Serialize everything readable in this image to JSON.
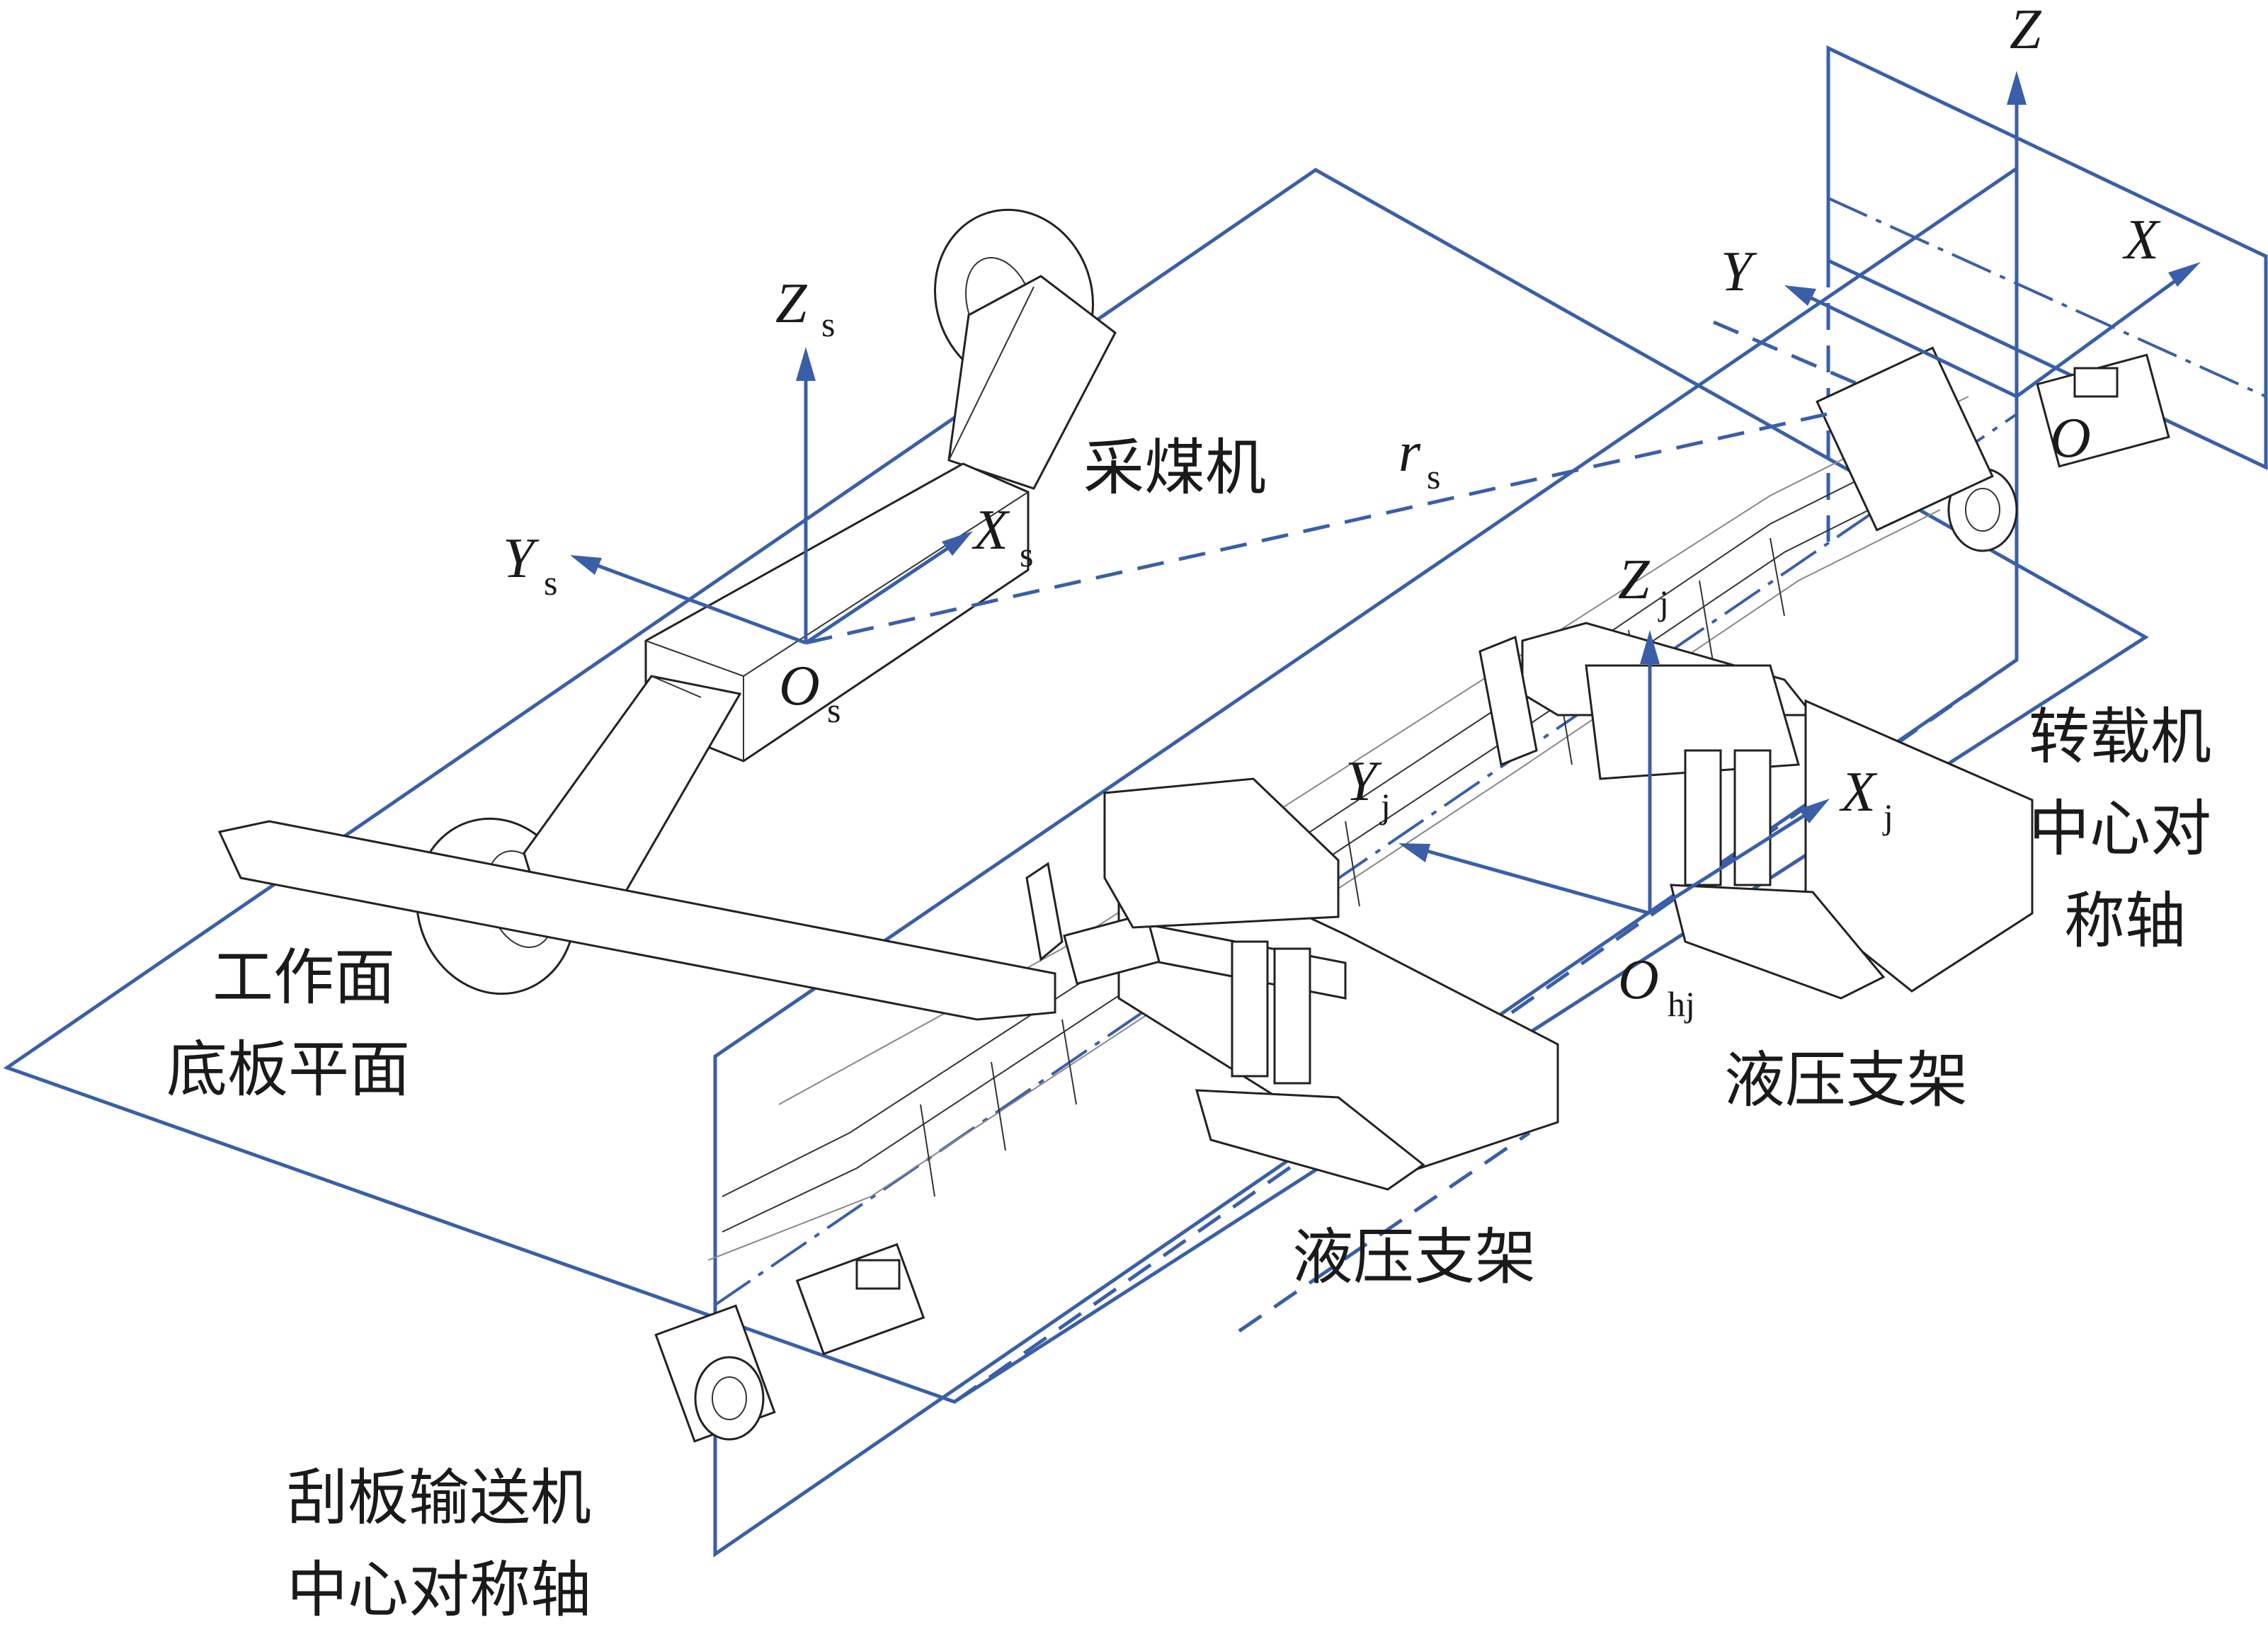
{
  "labels": {
    "shearer": "采煤机",
    "face_floor_line1": "工作面",
    "face_floor_line2": "底板平面",
    "conveyor_axis_line1": "刮板输送机",
    "conveyor_axis_line2": "中心对称轴",
    "loader_axis_line1": "转载机",
    "loader_axis_line2": "中心对",
    "loader_axis_line3": "称轴",
    "support_right": "液压支架",
    "support_left": "液压支架"
  },
  "axes": {
    "global": {
      "x": "X",
      "y": "Y",
      "z": "Z",
      "origin": "O"
    },
    "shearer": {
      "x": "X",
      "y": "Y",
      "z": "Z",
      "origin": "O",
      "sub": "s"
    },
    "support": {
      "x": "X",
      "y": "Y",
      "z": "Z",
      "sub": "j",
      "origin": "O",
      "origin_sub": "hj"
    },
    "radius": {
      "r": "r",
      "sub": "s"
    }
  },
  "colors": {
    "axis_blue": "#3a5fa8",
    "line_dark": "#222222"
  }
}
